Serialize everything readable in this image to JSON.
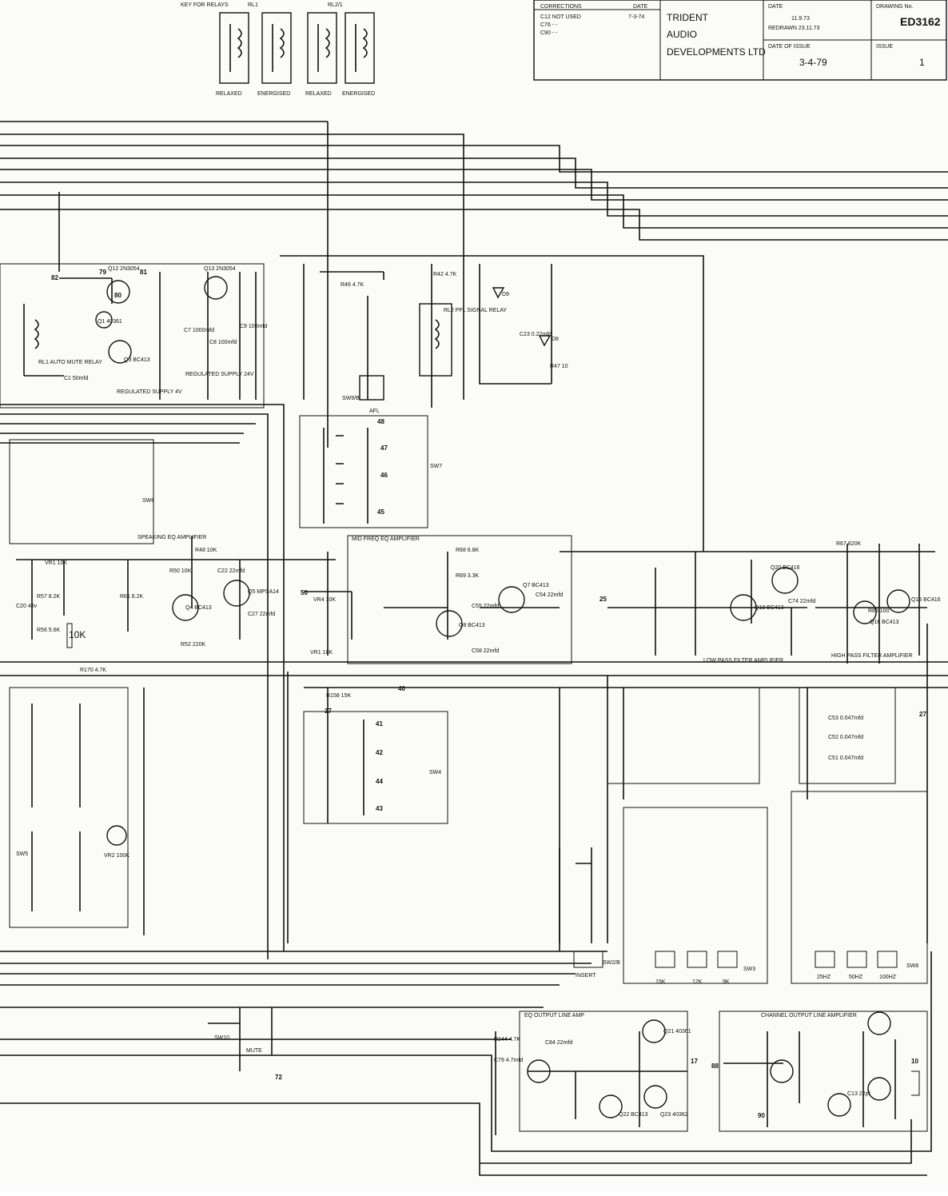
{
  "title_block": {
    "corrections_header": "CORRECTIONS",
    "date_header": "DATE",
    "corrections": [
      "C12 NOT USED",
      "C76 -  -",
      "C90 -  -"
    ],
    "correction_date": "7-3-74",
    "company_line1": "TRIDENT",
    "company_line2": "AUDIO",
    "company_line3": "DEVELOPMENTS LTD",
    "date_label": "DATE",
    "date_value": "11.9.73",
    "redrawn": "REDRAWN 23.11.73",
    "drawing_no_label": "DRAWING No.",
    "drawing_no": "ED3162",
    "issue_date_label": "DATE OF ISSUE",
    "issue_date": "3-4-79",
    "issue_label": "ISSUE",
    "issue": "1"
  },
  "relay_key": {
    "heading": "KEY FOR RELAYS",
    "rl1": "RL1",
    "rl2": "RL2/1",
    "states": [
      "RELAXED",
      "ENERGISED",
      "RELAXED",
      "ENERGISED"
    ]
  },
  "blocks": {
    "auto_mute": "RL1 AUTO MUTE RELAY",
    "supply_4v": "REGULATED SUPPLY 4V",
    "supply_24v": "REGULATED SUPPLY 24V",
    "pfl_relay": "RL2 PFL SIGNAL RELAY",
    "afl": "AFL",
    "sw9": "SW9/B",
    "speaking_eq": "SPEAKING EQ AMPLIFIER",
    "mid_freq": "MID FREQ EQ AMPLIFIER",
    "low_pass": "LOW PASS FILTER AMPLIFIER",
    "high_pass": "HIGH PASS FILTER AMPLIFIER",
    "eq_output": "EQ OUTPUT LINE AMP",
    "channel_output": "CHANNEL OUTPUT LINE AMPLIFIER",
    "insert": "INSERT",
    "sw2": "SW2/B",
    "sw3": "SW3",
    "sw8": "SW8",
    "sw10": "SW10",
    "mute": "MUTE",
    "sw4": "SW4",
    "sw5": "SW5",
    "sw6": "SW6",
    "sw7": "SW7"
  },
  "filter_freqs": {
    "low_pass": [
      "15K",
      "12K",
      "9K"
    ],
    "high_pass": [
      "25HZ",
      "50HZ",
      "100HZ"
    ]
  },
  "components": {
    "q1": "Q1 40361",
    "q3": "Q3 BC413",
    "q12": "Q12 2N3054",
    "q13": "Q13 2N3054",
    "q4": "Q4 BC413",
    "q5": "Q5 MPSA14",
    "q7": "Q7 BC413",
    "q8": "Q8 BC413",
    "q20": "Q20 BC416",
    "q18": "Q18 BC413",
    "q15": "Q15 BC416",
    "q16": "Q16 BC413",
    "q21": "Q21 40361",
    "q22": "Q22 BC413",
    "q23": "Q23 40362",
    "c1": "C1 50mfd",
    "c7": "C7 1000mfd",
    "c9": "C9 100mfd",
    "c8": "C8 100mfd",
    "r42": "R42 4.7K",
    "r46": "R46 4.7K",
    "r47": "R47 10",
    "c23": "C23 0.22mfd",
    "d9": "D9",
    "d8": "D8",
    "vr1": "VR1 10K",
    "vr2": "VR2 100K",
    "r56": "R56 5.6K",
    "r57": "R57 8.2K",
    "r61": "R61 8.2K",
    "c20": "C20 40v",
    "r48": "R48 10K",
    "r50": "R50 10K",
    "c22": "C22 22mfd",
    "c27": "C27 22mfd",
    "r52": "R52 220K",
    "r170": "R170 4.7K",
    "r158": "R158 15K",
    "r86": "R86 100",
    "vr4": "VR4 10K",
    "vr1b": "VR1 10K",
    "r68": "R68 6.8K",
    "r69": "R69 3.3K",
    "c54": "C54 22mfd",
    "c55": "C55 22mfd",
    "c58": "C58 22mfd",
    "r67": "R67 820K",
    "c74": "C74 22mfd",
    "c53": "C53 0.047mfd",
    "c52": "C52 0.047mfd",
    "c51": "C51 0.047mfd",
    "r144": "R144 4.7K",
    "c84": "C84 22mfd",
    "c79": "C79 4.7mfd",
    "c13": "C13 22pf",
    "ten_k": "10K"
  },
  "nodes": [
    "82",
    "79",
    "81",
    "80",
    "48",
    "47",
    "46",
    "45",
    "50",
    "40",
    "37",
    "41",
    "42",
    "43",
    "44",
    "27",
    "25",
    "90",
    "72",
    "88",
    "17",
    "10"
  ]
}
